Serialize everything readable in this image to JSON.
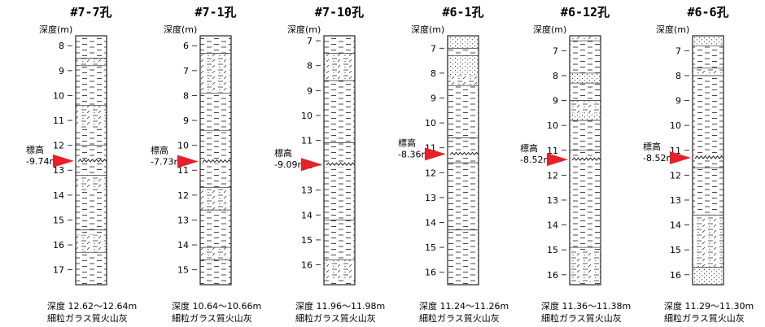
{
  "columns": [
    {
      "title": "#7-7孔",
      "depth_unit_label": "深度(m)",
      "depth_ticks": [
        "8",
        "9",
        "10",
        "11",
        "12",
        "13",
        "14",
        "15",
        "16",
        "17"
      ],
      "depth_top": 7.6,
      "depth_bottom": 17.6,
      "elevation_label": "標高",
      "elevation_value": "-9.74m",
      "marker_depth": 12.63,
      "sample_depth_text": "深度 12.62～12.64m",
      "sample_desc": "細粒ガラス質火山灰",
      "special_layers": [
        {
          "top": 8.5,
          "bottom": 8.8,
          "pattern": "pumice"
        },
        {
          "top": 10.4,
          "bottom": 11.3,
          "pattern": "pumice"
        },
        {
          "top": 12.62,
          "bottom": 12.64,
          "pattern": "ash"
        },
        {
          "top": 13.2,
          "bottom": 13.8,
          "pattern": "pumice"
        },
        {
          "top": 15.6,
          "bottom": 16.3,
          "pattern": "pumice"
        }
      ],
      "boundaries": [
        8.5,
        8.8,
        10.4,
        12.0,
        13.2,
        15.4,
        16.3
      ]
    },
    {
      "title": "#7-1孔",
      "depth_unit_label": "深度(m)",
      "depth_ticks": [
        "6",
        "7",
        "8",
        "9",
        "10",
        "11",
        "12",
        "13",
        "14",
        "15"
      ],
      "depth_top": 5.6,
      "depth_bottom": 15.6,
      "elevation_label": "標高",
      "elevation_value": "-7.73m",
      "marker_depth": 10.65,
      "sample_depth_text": "深度 10.64～10.66m",
      "sample_desc": "細粒ガラス質火山灰",
      "special_layers": [
        {
          "top": 6.3,
          "bottom": 7.9,
          "pattern": "pumice"
        },
        {
          "top": 10.64,
          "bottom": 10.66,
          "pattern": "ash"
        },
        {
          "top": 11.7,
          "bottom": 12.6,
          "pattern": "pumice"
        },
        {
          "top": 14.1,
          "bottom": 14.6,
          "pattern": "pumice"
        }
      ],
      "boundaries": [
        6.3,
        7.9,
        9.4,
        11.7,
        12.6,
        14.1,
        14.6
      ]
    },
    {
      "title": "#7-10孔",
      "depth_unit_label": "深度(m)",
      "depth_ticks": [
        "7",
        "8",
        "9",
        "10",
        "11",
        "12",
        "13",
        "14",
        "15",
        "16"
      ],
      "depth_top": 6.8,
      "depth_bottom": 16.8,
      "elevation_label": "標高",
      "elevation_value": "-9.09m",
      "marker_depth": 11.97,
      "sample_depth_text": "深度 11.96～11.98m",
      "sample_desc": "細粒ガラス質火山灰",
      "special_layers": [
        {
          "top": 7.5,
          "bottom": 8.6,
          "pattern": "pumice"
        },
        {
          "top": 11.96,
          "bottom": 11.98,
          "pattern": "ash"
        },
        {
          "top": 15.8,
          "bottom": 16.6,
          "pattern": "pumice"
        }
      ],
      "boundaries": [
        7.5,
        8.6,
        11.1,
        14.2,
        15.8
      ]
    },
    {
      "title": "#6-1孔",
      "depth_unit_label": "深度(m)",
      "depth_ticks": [
        "7",
        "8",
        "9",
        "10",
        "11",
        "12",
        "13",
        "14",
        "15",
        "16"
      ],
      "depth_top": 6.5,
      "depth_bottom": 16.5,
      "elevation_label": "標高",
      "elevation_value": "-8.36m",
      "marker_depth": 11.25,
      "sample_depth_text": "深度 11.24～11.26m",
      "sample_desc": "細粒ガラス質火山灰",
      "special_layers": [
        {
          "top": 6.5,
          "bottom": 7.0,
          "pattern": "sand"
        },
        {
          "top": 7.3,
          "bottom": 8.1,
          "pattern": "sand"
        },
        {
          "top": 8.1,
          "bottom": 8.5,
          "pattern": "pumice"
        },
        {
          "top": 11.24,
          "bottom": 11.26,
          "pattern": "ash"
        }
      ],
      "boundaries": [
        7.0,
        7.3,
        8.5,
        10.6,
        11.6,
        14.3
      ]
    },
    {
      "title": "#6-12孔",
      "depth_unit_label": "深度(m)",
      "depth_ticks": [
        "7",
        "8",
        "9",
        "10",
        "11",
        "12",
        "13",
        "14",
        "15",
        "16"
      ],
      "depth_top": 6.4,
      "depth_bottom": 16.4,
      "elevation_label": "標高",
      "elevation_value": "-8.52m",
      "marker_depth": 11.37,
      "sample_depth_text": "深度 11.36～11.38m",
      "sample_desc": "細粒ガラス質火山灰",
      "special_layers": [
        {
          "top": 6.4,
          "bottom": 6.6,
          "pattern": "pumice"
        },
        {
          "top": 7.9,
          "bottom": 8.3,
          "pattern": "sand"
        },
        {
          "top": 9.0,
          "bottom": 9.5,
          "pattern": "pumice"
        },
        {
          "top": 9.5,
          "bottom": 9.8,
          "pattern": "sand"
        },
        {
          "top": 11.36,
          "bottom": 11.38,
          "pattern": "ash"
        },
        {
          "top": 15.0,
          "bottom": 16.3,
          "pattern": "pumice"
        }
      ],
      "boundaries": [
        6.6,
        7.9,
        8.3,
        9.0,
        9.8,
        11.0,
        14.9
      ]
    },
    {
      "title": "#6-6孔",
      "depth_unit_label": "深度(m)",
      "depth_ticks": [
        "7",
        "8",
        "9",
        "10",
        "11",
        "12",
        "13",
        "14",
        "15",
        "16"
      ],
      "depth_top": 6.4,
      "depth_bottom": 16.4,
      "elevation_label": "標高",
      "elevation_value": "-8.52m",
      "marker_depth": 11.3,
      "sample_depth_text": "深度 11.29～11.30m",
      "sample_desc": "細粒ガラス質火山灰",
      "special_layers": [
        {
          "top": 6.4,
          "bottom": 6.8,
          "pattern": "sand"
        },
        {
          "top": 7.7,
          "bottom": 8.0,
          "pattern": "pumice"
        },
        {
          "top": 11.29,
          "bottom": 11.3,
          "pattern": "ash"
        },
        {
          "top": 13.6,
          "bottom": 15.7,
          "pattern": "pumice"
        },
        {
          "top": 15.7,
          "bottom": 16.4,
          "pattern": "sand"
        }
      ],
      "boundaries": [
        6.8,
        7.7,
        8.0,
        11.7,
        13.6,
        15.7
      ]
    }
  ]
}
